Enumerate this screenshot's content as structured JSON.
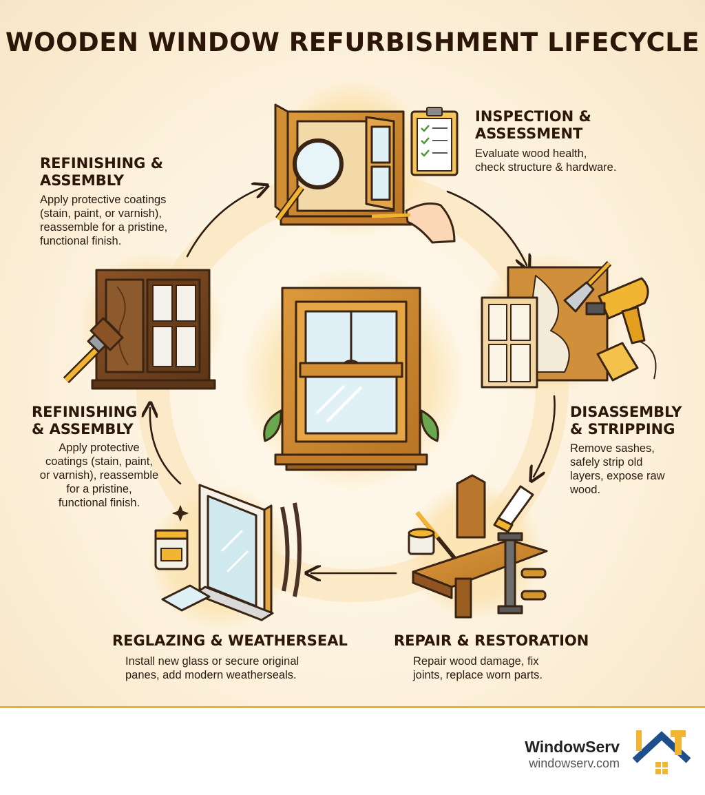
{
  "title": "WOODEN WINDOW REFURBISHMENT LIFECYCLE",
  "stages": [
    {
      "id": "inspection",
      "title_lines": [
        "INSPECTION &",
        "ASSESSMENT"
      ],
      "desc_lines": [
        "Evaluate wood health,",
        "check structure & hardware."
      ]
    },
    {
      "id": "disassembly",
      "title_lines": [
        "DISASSEMBLY",
        "& STRIPPING"
      ],
      "desc_lines": [
        "Remove sashes,",
        "safely strip old",
        "layers, expose raw",
        "wood."
      ]
    },
    {
      "id": "repair",
      "title_lines": [
        "REPAIR & RESTORATION"
      ],
      "desc_lines": [
        "Repair wood damage, fix",
        "joints, replace worn parts."
      ]
    },
    {
      "id": "reglazing",
      "title_lines": [
        "REGLAZING & WEATHERSEAL"
      ],
      "desc_lines": [
        "Install new glass or secure original",
        "panes, add modern weatherseals."
      ]
    },
    {
      "id": "refinishing-left",
      "title_lines": [
        "REFINISHING",
        "& ASSEMBLY"
      ],
      "desc_lines": [
        "Apply protective",
        "coatings (stain, paint,",
        "or varnish), reassemble",
        "for a pristine,",
        "functional finish."
      ]
    },
    {
      "id": "refinishing-top",
      "title_lines": [
        "REFINISHING &",
        "ASSEMBLY"
      ],
      "desc_lines": [
        "Apply protective coatings",
        "(stain, paint, or varnish),",
        "reassemble for a pristine,",
        "functional finish."
      ]
    }
  ],
  "brand": {
    "name": "WindowServ",
    "url": "windowserv.com"
  },
  "colors": {
    "wood": "#c9852c",
    "wood_dark": "#7a4a1e",
    "accent_yellow": "#f2b531",
    "outline": "#3a2414",
    "glass": "#dff1f6",
    "glow": "#fde7b5",
    "brand_blue": "#1f4e8c"
  },
  "icons": [
    "magnifier-icon",
    "clipboard-icon",
    "scraper-icon",
    "heat-gun-icon",
    "sanding-pad-icon",
    "chisel-icon",
    "glue-tube-icon",
    "clamp-icon",
    "putty-jar-icon",
    "sealant-jar-icon",
    "weatherstrip-icon",
    "paintbrush-icon",
    "leaf-icon",
    "arrow-icon",
    "house-logo-icon"
  ]
}
